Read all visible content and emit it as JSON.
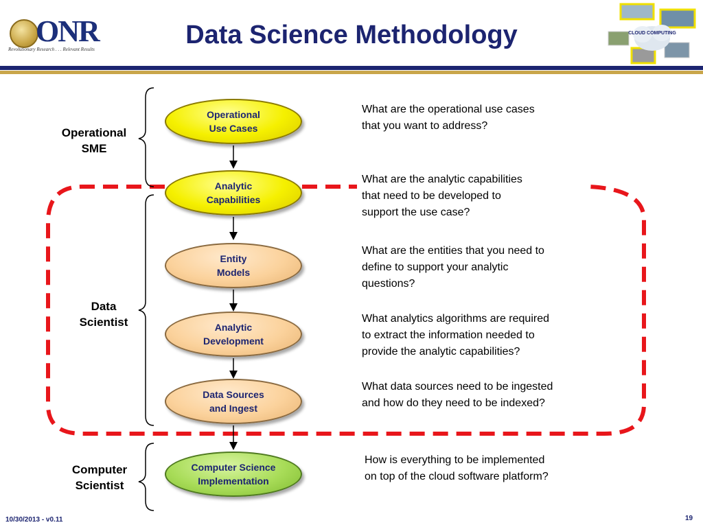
{
  "header": {
    "logo_text": "ONR",
    "logo_tagline": "Revolutionary Research . . . Relevant Results",
    "title": "Data Science Methodology",
    "cloud_label": "CLOUD COMPUTING"
  },
  "flow": {
    "nodes": [
      {
        "label": "Operational\nUse Cases",
        "style": "yellow"
      },
      {
        "label": "Analytic\nCapabilities",
        "style": "yellow"
      },
      {
        "label": "Entity\nModels",
        "style": "peach"
      },
      {
        "label": "Analytic\nDevelopment",
        "style": "peach"
      },
      {
        "label": "Data Sources\nand Ingest",
        "style": "peach"
      },
      {
        "label": "Computer Science\nImplementation",
        "style": "green"
      }
    ]
  },
  "roles": [
    {
      "label": "Operational\nSME"
    },
    {
      "label": "Data\nScientist"
    },
    {
      "label": "Computer\nScientist"
    }
  ],
  "questions": [
    "What are the operational use cases\nthat you want to address?",
    "What are the analytic capabilities\nthat need to be developed to\nsupport the use case?",
    "What are the entities that you need to\ndefine to support your analytic\nquestions?",
    "What analytics algorithms are required\nto extract the information needed to\nprovide the analytic capabilities?",
    "What data sources need to be ingested\nand how do they need to be indexed?",
    "How is everything to be implemented\non top of the cloud software platform?"
  ],
  "footer": {
    "date_version": "10/30/2013  -  v0.11",
    "page_number": "19"
  },
  "colors": {
    "title": "#1c2470",
    "gold_rule": "#c9a64a",
    "dashed_boundary": "#e8161b",
    "yellow_node": "#f5f000",
    "peach_node": "#fbd29c",
    "green_node": "#a8dc58"
  }
}
